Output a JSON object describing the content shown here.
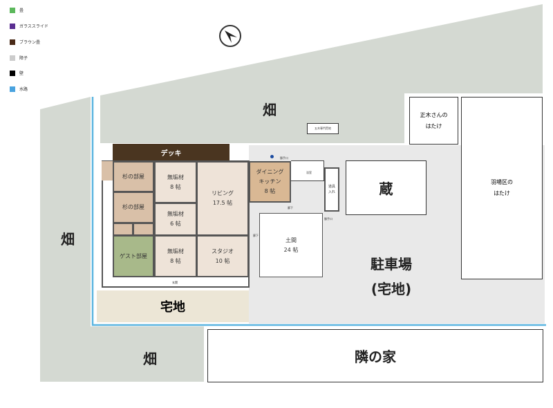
{
  "legend": [
    {
      "label": "畳",
      "color": "#5cb85c"
    },
    {
      "label": "ガラススライド",
      "color": "#5a2e91"
    },
    {
      "label": "ブラウン畳",
      "color": "#4a2a18"
    },
    {
      "label": "障子",
      "color": "#cccccc"
    },
    {
      "label": "壁",
      "color": "#000000"
    },
    {
      "label": "水路",
      "color": "#4aa3df"
    }
  ],
  "fields": {
    "top": "畑",
    "left": "畑",
    "bottom": "畑"
  },
  "rooms": {
    "deck": "デッキ",
    "sugi1": "杉の部屋",
    "sugi2": "杉の部屋",
    "guest": "ゲスト部屋",
    "muku8a": "無垢材\n8 帖",
    "muku6": "無垢材\n6 帖",
    "muku8b": "無垢材\n8 帖",
    "living": "リビング\n17.5 帖",
    "studio": "スタジオ\n10 帖",
    "dining": "ダイニング\nキッチン\n8 帖",
    "doma": "土間\n24 帖",
    "tool": "道具\n入れ"
  },
  "small_labels": {
    "entrance": "玄関",
    "hall": "廊下",
    "hall2": "廊下",
    "backdoor": "勝手口",
    "backdoor2": "勝手口",
    "bath": "浴室",
    "sign": "五木専門荒地"
  },
  "takuchi": "宅地",
  "kura": "蔵",
  "masaki": "正木さんの\nはたけ",
  "haba": "羽場区の\nはたけ",
  "parking": "駐車場\n(宅地)",
  "neighbor": "隣の家",
  "colors": {
    "field": "#d4d9d2",
    "lot": "#e9e9e9",
    "room": "#e8ddd2",
    "sugi": "#d9c0a8",
    "guest": "#a8b98a",
    "deck": "#4a3520",
    "water": "#5ab4e0",
    "takuchi": "#ece6d6"
  }
}
